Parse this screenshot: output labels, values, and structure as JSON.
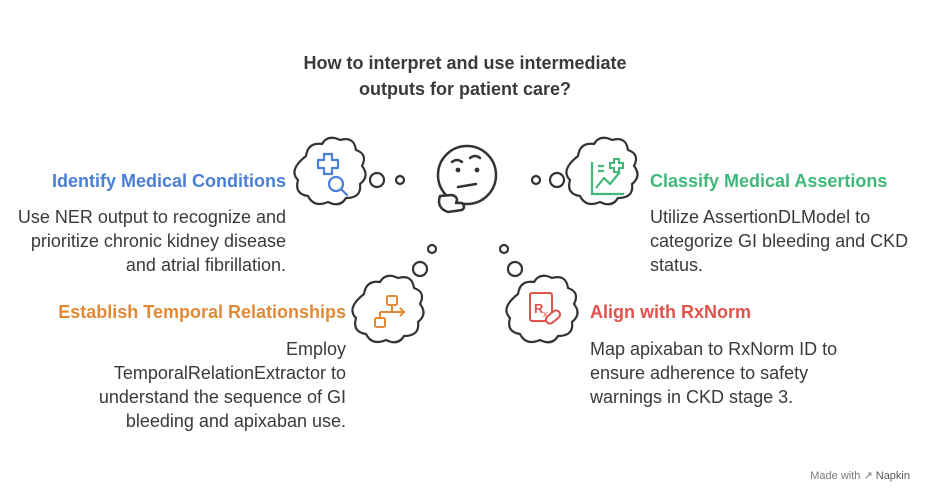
{
  "title": "How to interpret and use intermediate outputs for patient care?",
  "items": [
    {
      "heading": "Identify Medical Conditions",
      "description": "Use NER output to recognize and prioritize chronic kidney disease and atrial fibrillation.",
      "color": "#4a7fd6",
      "icon": "medical-search-icon"
    },
    {
      "heading": "Classify Medical Assertions",
      "description": "Utilize AssertionDLModel to categorize GI bleeding and CKD status.",
      "color": "#3fb878",
      "icon": "medical-chart-icon"
    },
    {
      "heading": "Establish Temporal Relationships",
      "description": "Employ TemporalRelationExtractor to understand the sequence of GI bleeding and apixaban use.",
      "color": "#e08a37",
      "icon": "flowchart-icon"
    },
    {
      "heading": "Align with RxNorm",
      "description": "Map apixaban to RxNorm ID to ensure adherence to safety warnings in CKD stage 3.",
      "color": "#e0524c",
      "icon": "prescription-icon"
    }
  ],
  "center_icon": "thinking-face-icon",
  "footer": {
    "prefix": "Made with",
    "brand": "Napkin"
  }
}
